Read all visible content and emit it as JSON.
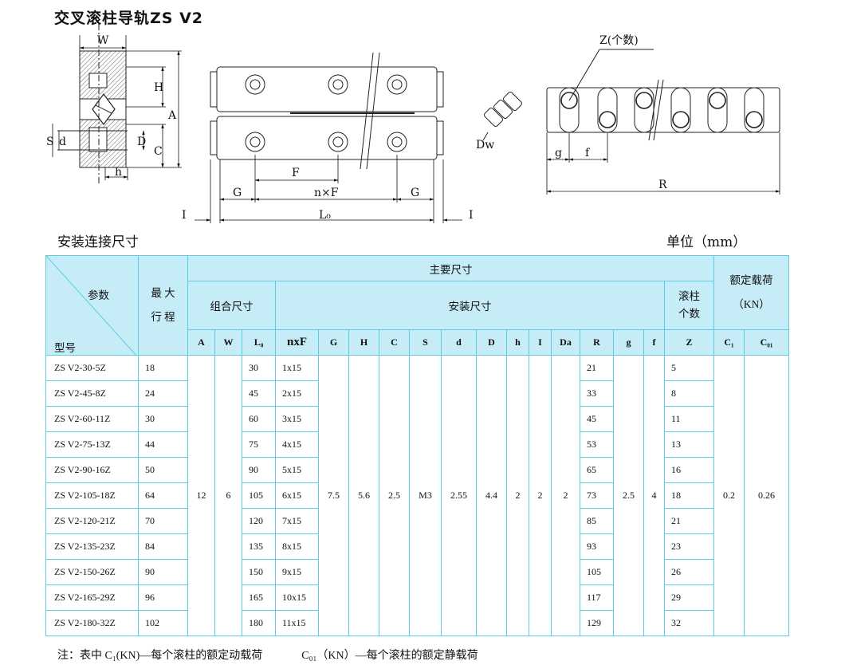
{
  "title": "交叉滚柱导轨ZS V2",
  "drawing_labels": {
    "W": "W",
    "H": "H",
    "A": "A",
    "S": "S",
    "d": "d",
    "D": "D",
    "C": "C",
    "h": "h",
    "F": "F",
    "G": "G",
    "nxF": "n×F",
    "I": "I",
    "L0": "L₀",
    "Dw": "Dw",
    "Z": "Z(个数)",
    "g": "g",
    "f": "f",
    "R": "R"
  },
  "section_title": "安装连接尺寸",
  "unit": "单位（mm）",
  "table": {
    "header": {
      "param": "参数",
      "model": "型号",
      "stroke": "最 大\n行 程",
      "main": "主要尺寸",
      "combo": "组合尺寸",
      "install": "安装尺寸",
      "rollers": "滚柱\n个数",
      "load": "额定载荷\n（KN）"
    },
    "codes": [
      "A",
      "W",
      "L₀",
      "nxF",
      "G",
      "H",
      "C",
      "S",
      "d",
      "D",
      "h",
      "I",
      "Da",
      "R",
      "g",
      "f",
      "Z",
      "C₁",
      "C₀₁"
    ],
    "common": {
      "A": "12",
      "W": "6",
      "G": "7.5",
      "H": "5.6",
      "C": "2.5",
      "S": "M3",
      "d": "2.55",
      "D": "4.4",
      "h": "2",
      "I": "2",
      "Da": "2",
      "g": "2.5",
      "f": "4",
      "C1": "0.2",
      "C01": "0.26"
    },
    "rows": [
      {
        "model": "ZS  V2-30-5Z",
        "stroke": "18",
        "L0": "30",
        "nxF": "1x15",
        "R": "21",
        "Z": "5"
      },
      {
        "model": "ZS  V2-45-8Z",
        "stroke": "24",
        "L0": "45",
        "nxF": "2x15",
        "R": "33",
        "Z": "8"
      },
      {
        "model": "ZS  V2-60-11Z",
        "stroke": "30",
        "L0": "60",
        "nxF": "3x15",
        "R": "45",
        "Z": "11"
      },
      {
        "model": "ZS  V2-75-13Z",
        "stroke": "44",
        "L0": "75",
        "nxF": "4x15",
        "R": "53",
        "Z": "13"
      },
      {
        "model": "ZS  V2-90-16Z",
        "stroke": "50",
        "L0": "90",
        "nxF": "5x15",
        "R": "65",
        "Z": "16"
      },
      {
        "model": "ZS  V2-105-18Z",
        "stroke": "64",
        "L0": "105",
        "nxF": "6x15",
        "R": "73",
        "Z": "18"
      },
      {
        "model": "ZS  V2-120-21Z",
        "stroke": "70",
        "L0": "120",
        "nxF": "7x15",
        "R": "85",
        "Z": "21"
      },
      {
        "model": "ZS  V2-135-23Z",
        "stroke": "84",
        "L0": "135",
        "nxF": "8x15",
        "R": "93",
        "Z": "23"
      },
      {
        "model": "ZS  V2-150-26Z",
        "stroke": "90",
        "L0": "150",
        "nxF": "9x15",
        "R": "105",
        "Z": "26"
      },
      {
        "model": "ZS  V2-165-29Z",
        "stroke": "96",
        "L0": "165",
        "nxF": "10x15",
        "R": "117",
        "Z": "29"
      },
      {
        "model": "ZS  V2-180-32Z",
        "stroke": "102",
        "L0": "180",
        "nxF": "11x15",
        "R": "129",
        "Z": "32"
      }
    ]
  },
  "note": {
    "part1": "注：表中 C₁(KN)—每个滚柱的额定动载荷",
    "part2": "C₀₁（KN）—每个滚柱的额定静载荷"
  }
}
